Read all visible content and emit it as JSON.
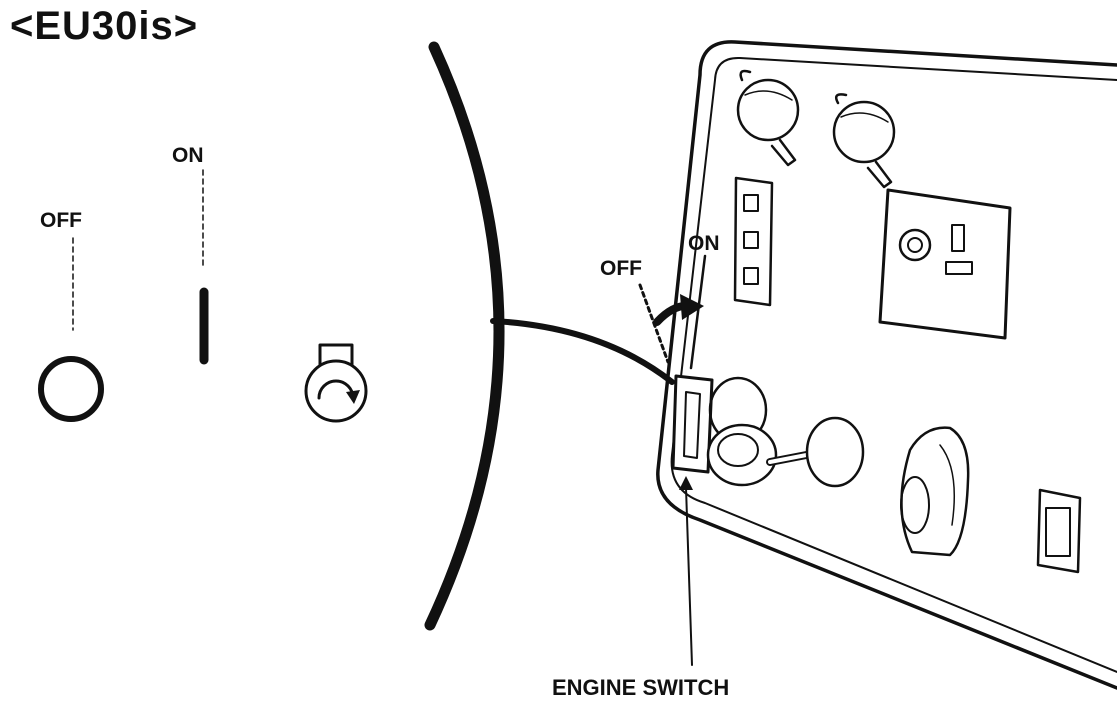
{
  "title": "<EU30is>",
  "legend": {
    "on_label": "ON",
    "off_label": "OFF"
  },
  "panel": {
    "on_label": "ON",
    "off_label": "OFF",
    "callout": "ENGINE SWITCH"
  },
  "colors": {
    "ink": "#111111",
    "background": "#ffffff"
  }
}
